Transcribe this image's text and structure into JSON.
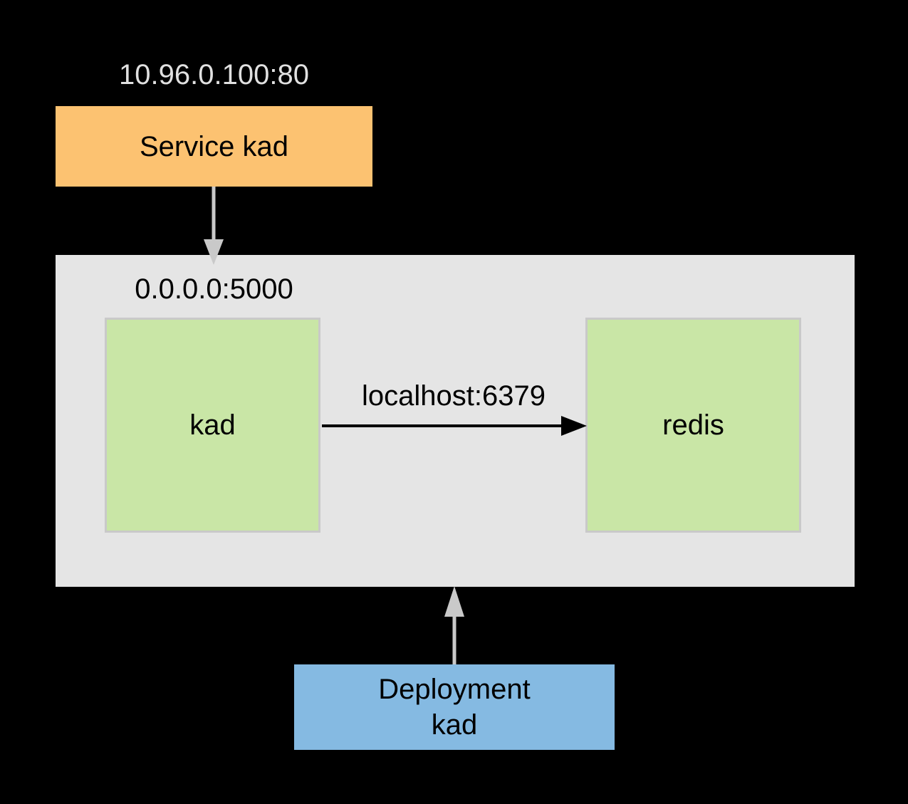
{
  "colors": {
    "background": "#000000",
    "pod_boundary": "#e5e5e5",
    "container_fill": "#c9e6a6",
    "container_border": "#c9c9c9",
    "service_fill": "#fcc271",
    "deployment_fill": "#85bae2",
    "arrow_gray": "#c9c9c9",
    "arrow_black": "#000000",
    "label_light": "#e0e0e0",
    "text_dark": "#000000"
  },
  "diagram": {
    "service": {
      "address": "10.96.0.100:80",
      "label": "Service kad"
    },
    "pod": {
      "address": "0.0.0.0:5000",
      "containers": [
        {
          "label": "kad"
        },
        {
          "label": "redis"
        }
      ],
      "connection_label": "localhost:6379"
    },
    "deployment": {
      "line1": "Deployment",
      "line2": "kad"
    }
  }
}
